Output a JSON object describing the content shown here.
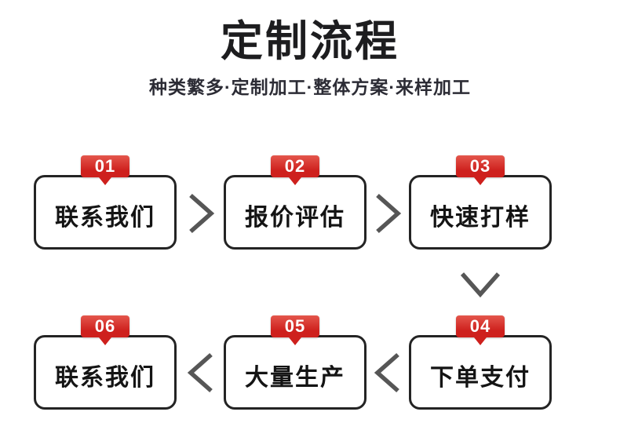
{
  "header": {
    "title": "定制流程",
    "subtitle": "种类繁多·定制加工·整体方案·来样加工"
  },
  "steps": [
    {
      "number": "01",
      "label": "联系我们"
    },
    {
      "number": "02",
      "label": "报价评估"
    },
    {
      "number": "03",
      "label": "快速打样"
    },
    {
      "number": "04",
      "label": "下单支付"
    },
    {
      "number": "05",
      "label": "大量生产"
    },
    {
      "number": "06",
      "label": "联系我们"
    }
  ],
  "icons": {
    "arrow_right": "chevron-right",
    "arrow_left": "chevron-left",
    "arrow_down": "chevron-down"
  },
  "colors": {
    "badge_red": "#ce201d",
    "badge_red_light": "#e4564c",
    "chevron_gray": "#565656",
    "card_border": "#242424",
    "title_color": "#1d1d1f",
    "subtitle_color": "#2c2c35",
    "background": "#ffffff"
  }
}
